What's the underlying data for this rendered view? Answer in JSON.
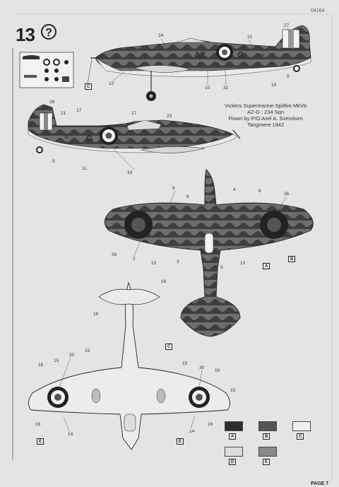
{
  "header": {
    "code": "04164",
    "page_label": "PAGE 7"
  },
  "step": {
    "number": "13",
    "help_symbol": "?"
  },
  "caption": {
    "lines": [
      "Vickers Supermarine Spitfire MkVb",
      "AZ-G : 234 Sqn",
      "Flown by P/O Axel A. Svendsen",
      "Tangmere 1942"
    ]
  },
  "aircraft_codes": {
    "top_view": [
      "AZ",
      "G"
    ],
    "side_view": [
      "G"
    ],
    "serial_top": "124",
    "serial_side": "BL"
  },
  "callouts": [
    "24",
    "21",
    "27",
    "12",
    "10",
    "32",
    "19",
    "9",
    "26",
    "21",
    "17",
    "17",
    "23",
    "9",
    "11",
    "33",
    "6",
    "8",
    "4",
    "6",
    "36",
    "36",
    "2",
    "13",
    "3",
    "5",
    "13",
    "16",
    "16",
    "30",
    "15",
    "16",
    "15",
    "15",
    "30",
    "16",
    "15",
    "16",
    "14",
    "14",
    "16"
  ],
  "paint_tags": [
    "A",
    "B",
    "C",
    "D",
    "E"
  ],
  "swatches": [
    {
      "tag": "A",
      "color": "#2e2e2e"
    },
    {
      "tag": "B",
      "color": "#555555"
    },
    {
      "tag": "C",
      "color": "#f0f0f0"
    },
    {
      "tag": "D",
      "color": "#dcdcdc"
    },
    {
      "tag": "E",
      "color": "#8a8a8a"
    }
  ]
}
